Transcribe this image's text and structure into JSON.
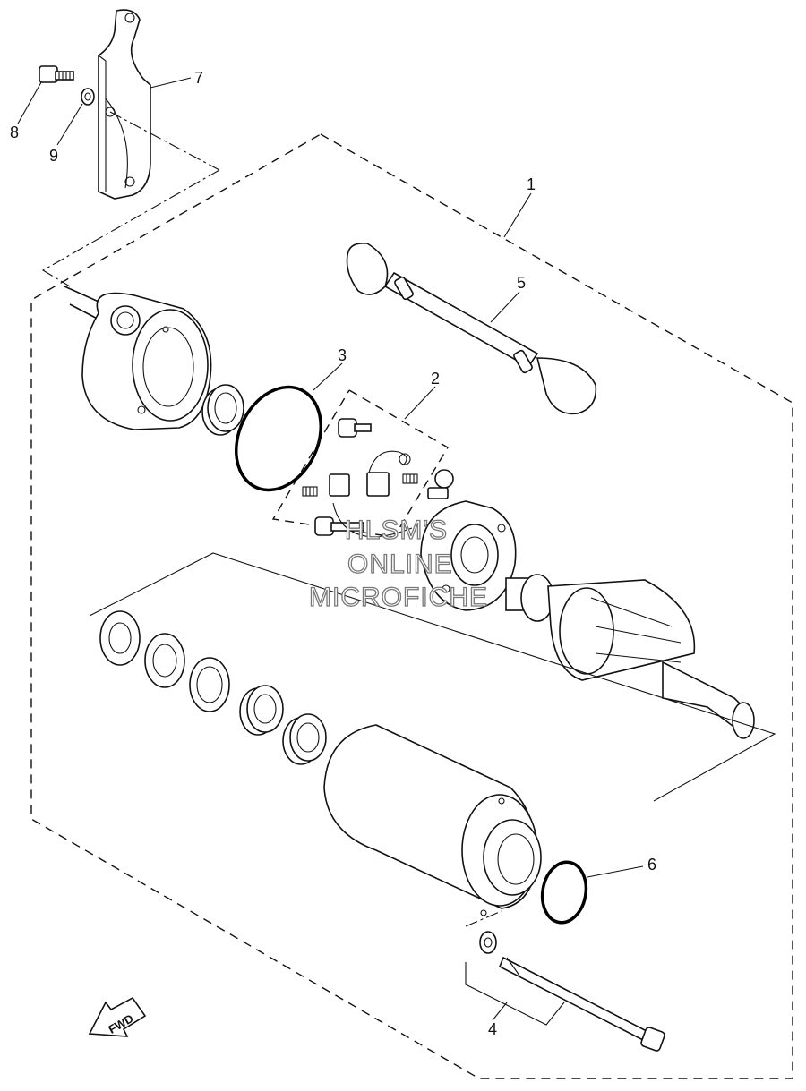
{
  "diagram": {
    "callouts": [
      {
        "id": "1",
        "label": "1"
      },
      {
        "id": "2",
        "label": "2"
      },
      {
        "id": "3",
        "label": "3"
      },
      {
        "id": "4",
        "label": "4"
      },
      {
        "id": "5",
        "label": "5"
      },
      {
        "id": "6",
        "label": "6"
      },
      {
        "id": "7",
        "label": "7"
      },
      {
        "id": "8",
        "label": "8"
      },
      {
        "id": "9",
        "label": "9"
      }
    ],
    "watermark": {
      "line1": "HLSM'S",
      "line2": "ONLINE",
      "line3": "MICROFICHE"
    },
    "direction_badge": "FWD"
  }
}
